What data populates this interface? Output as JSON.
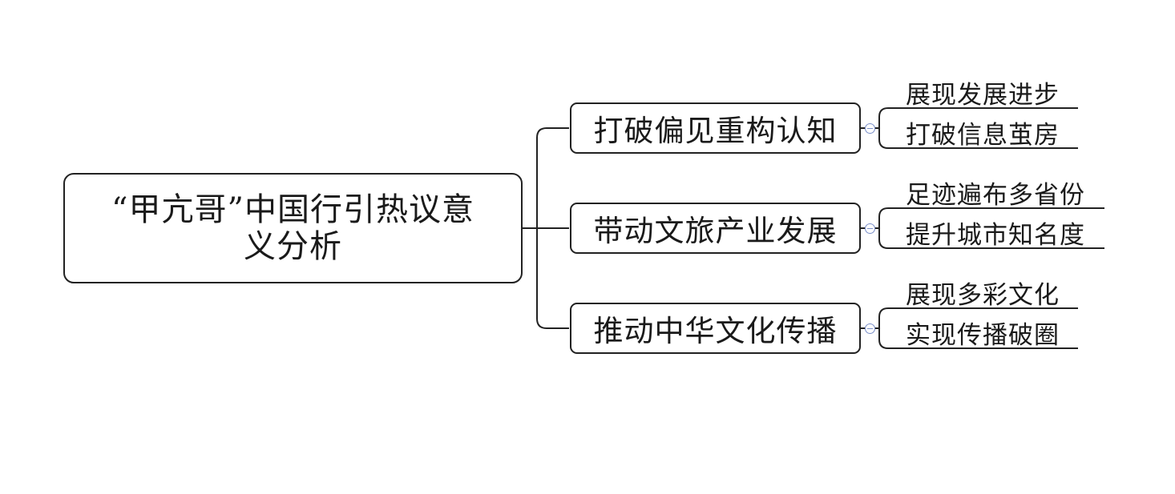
{
  "root": {
    "label": "“甲亢哥”中国行引热议意义分析"
  },
  "branches": [
    {
      "label": "打破偏见重构认知",
      "children": [
        "展现发展进步",
        "打破信息茧房"
      ]
    },
    {
      "label": "带动文旅产业发展",
      "children": [
        "足迹遍布多省份",
        "提升城市知名度"
      ]
    },
    {
      "label": "推动中华文化传播",
      "children": [
        "展现多彩文化",
        "实现传播破圈"
      ]
    }
  ]
}
